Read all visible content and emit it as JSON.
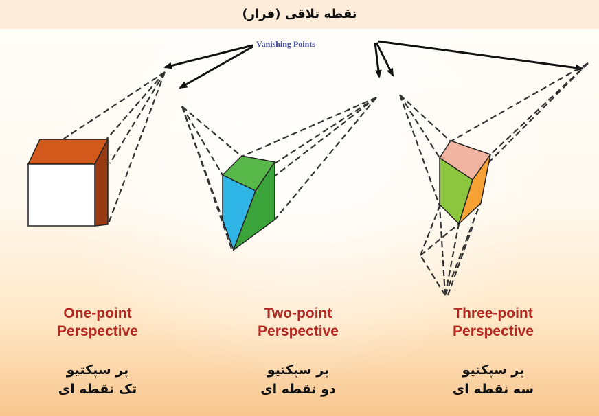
{
  "title": "نقطه تلاقی (فرار)",
  "vanishing_label": "Vanishing Points",
  "panels": [
    {
      "en_line1": "One-point",
      "en_line2": "Perspective",
      "fa_line1": "پر سپکتیو",
      "fa_line2": "تک نقطه ای"
    },
    {
      "en_line1": "Two-point",
      "en_line2": "Perspective",
      "fa_line1": "پر سپکتیو",
      "fa_line2": "دو نقطه ای"
    },
    {
      "en_line1": "Three-point",
      "en_line2": "Perspective",
      "fa_line1": "پر سپکتیو",
      "fa_line2": "سه نقطه ای"
    }
  ],
  "colors": {
    "caption_red": "#b32a22",
    "vp_label_blue": "#3b45a0",
    "cube1_top": "#d2581c",
    "cube1_side": "#9a3a14",
    "cube1_front": "#ffffff",
    "cube2_top": "#58b84a",
    "cube2_left": "#2fb4e6",
    "cube2_right": "#3aa33a",
    "cube3_top": "#f0b4a0",
    "cube3_left": "#8cc63f",
    "cube3_right": "#f7a234"
  }
}
